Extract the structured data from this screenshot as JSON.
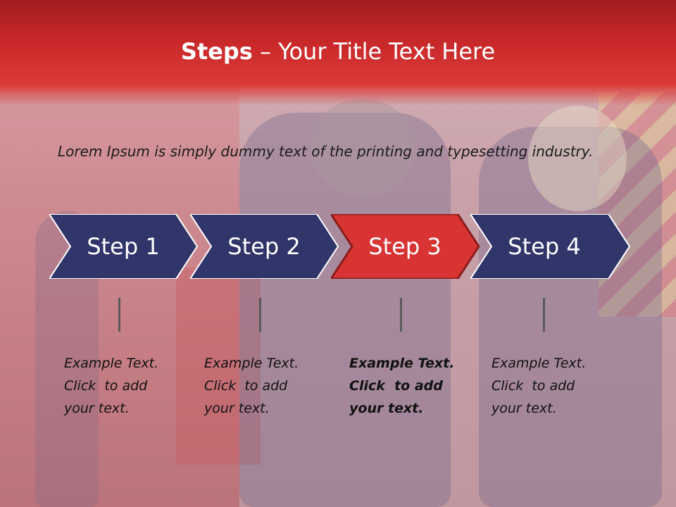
{
  "title": {
    "bold": "Steps",
    "rest": " – Your Title Text Here"
  },
  "intro": "Lorem Ipsum is simply dummy text of the printing and typesetting industry.",
  "steps": [
    {
      "label": "Step 1",
      "desc": [
        "Example Text.",
        "Click  to add",
        "your text."
      ],
      "active": false
    },
    {
      "label": "Step 2",
      "desc": [
        "Example Text.",
        "Click  to add",
        "your text."
      ],
      "active": false
    },
    {
      "label": "Step 3",
      "desc": [
        "Example Text.",
        "Click  to add",
        "your text."
      ],
      "active": true
    },
    {
      "label": "Step 4",
      "desc": [
        "Example Text.",
        "Click  to add",
        "your text."
      ],
      "active": false
    }
  ],
  "colors": {
    "navy": "#30356a",
    "red": "#d93434",
    "titlebar": "#c8282a"
  }
}
